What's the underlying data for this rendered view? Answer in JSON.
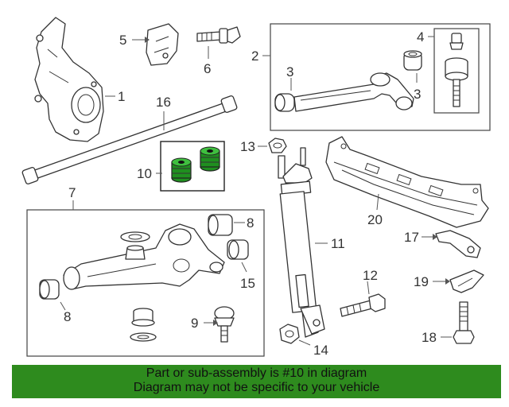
{
  "callouts": {
    "c1": "1",
    "c2": "2",
    "c3a": "3",
    "c3b": "3",
    "c4": "4",
    "c5": "5",
    "c6": "6",
    "c7": "7",
    "c8a": "8",
    "c8b": "8",
    "c9": "9",
    "c10": "10",
    "c11": "11",
    "c12": "12",
    "c13": "13",
    "c14": "14",
    "c15": "15",
    "c16": "16",
    "c17": "17",
    "c18": "18",
    "c19": "19",
    "c20": "20"
  },
  "footer": {
    "line1": "Part or sub-assembly is #10 in diagram",
    "line2": "Diagram may not be specific to your vehicle"
  },
  "colors": {
    "highlight": "#1f8f1f",
    "footer_bg": "#2e8b1e"
  }
}
